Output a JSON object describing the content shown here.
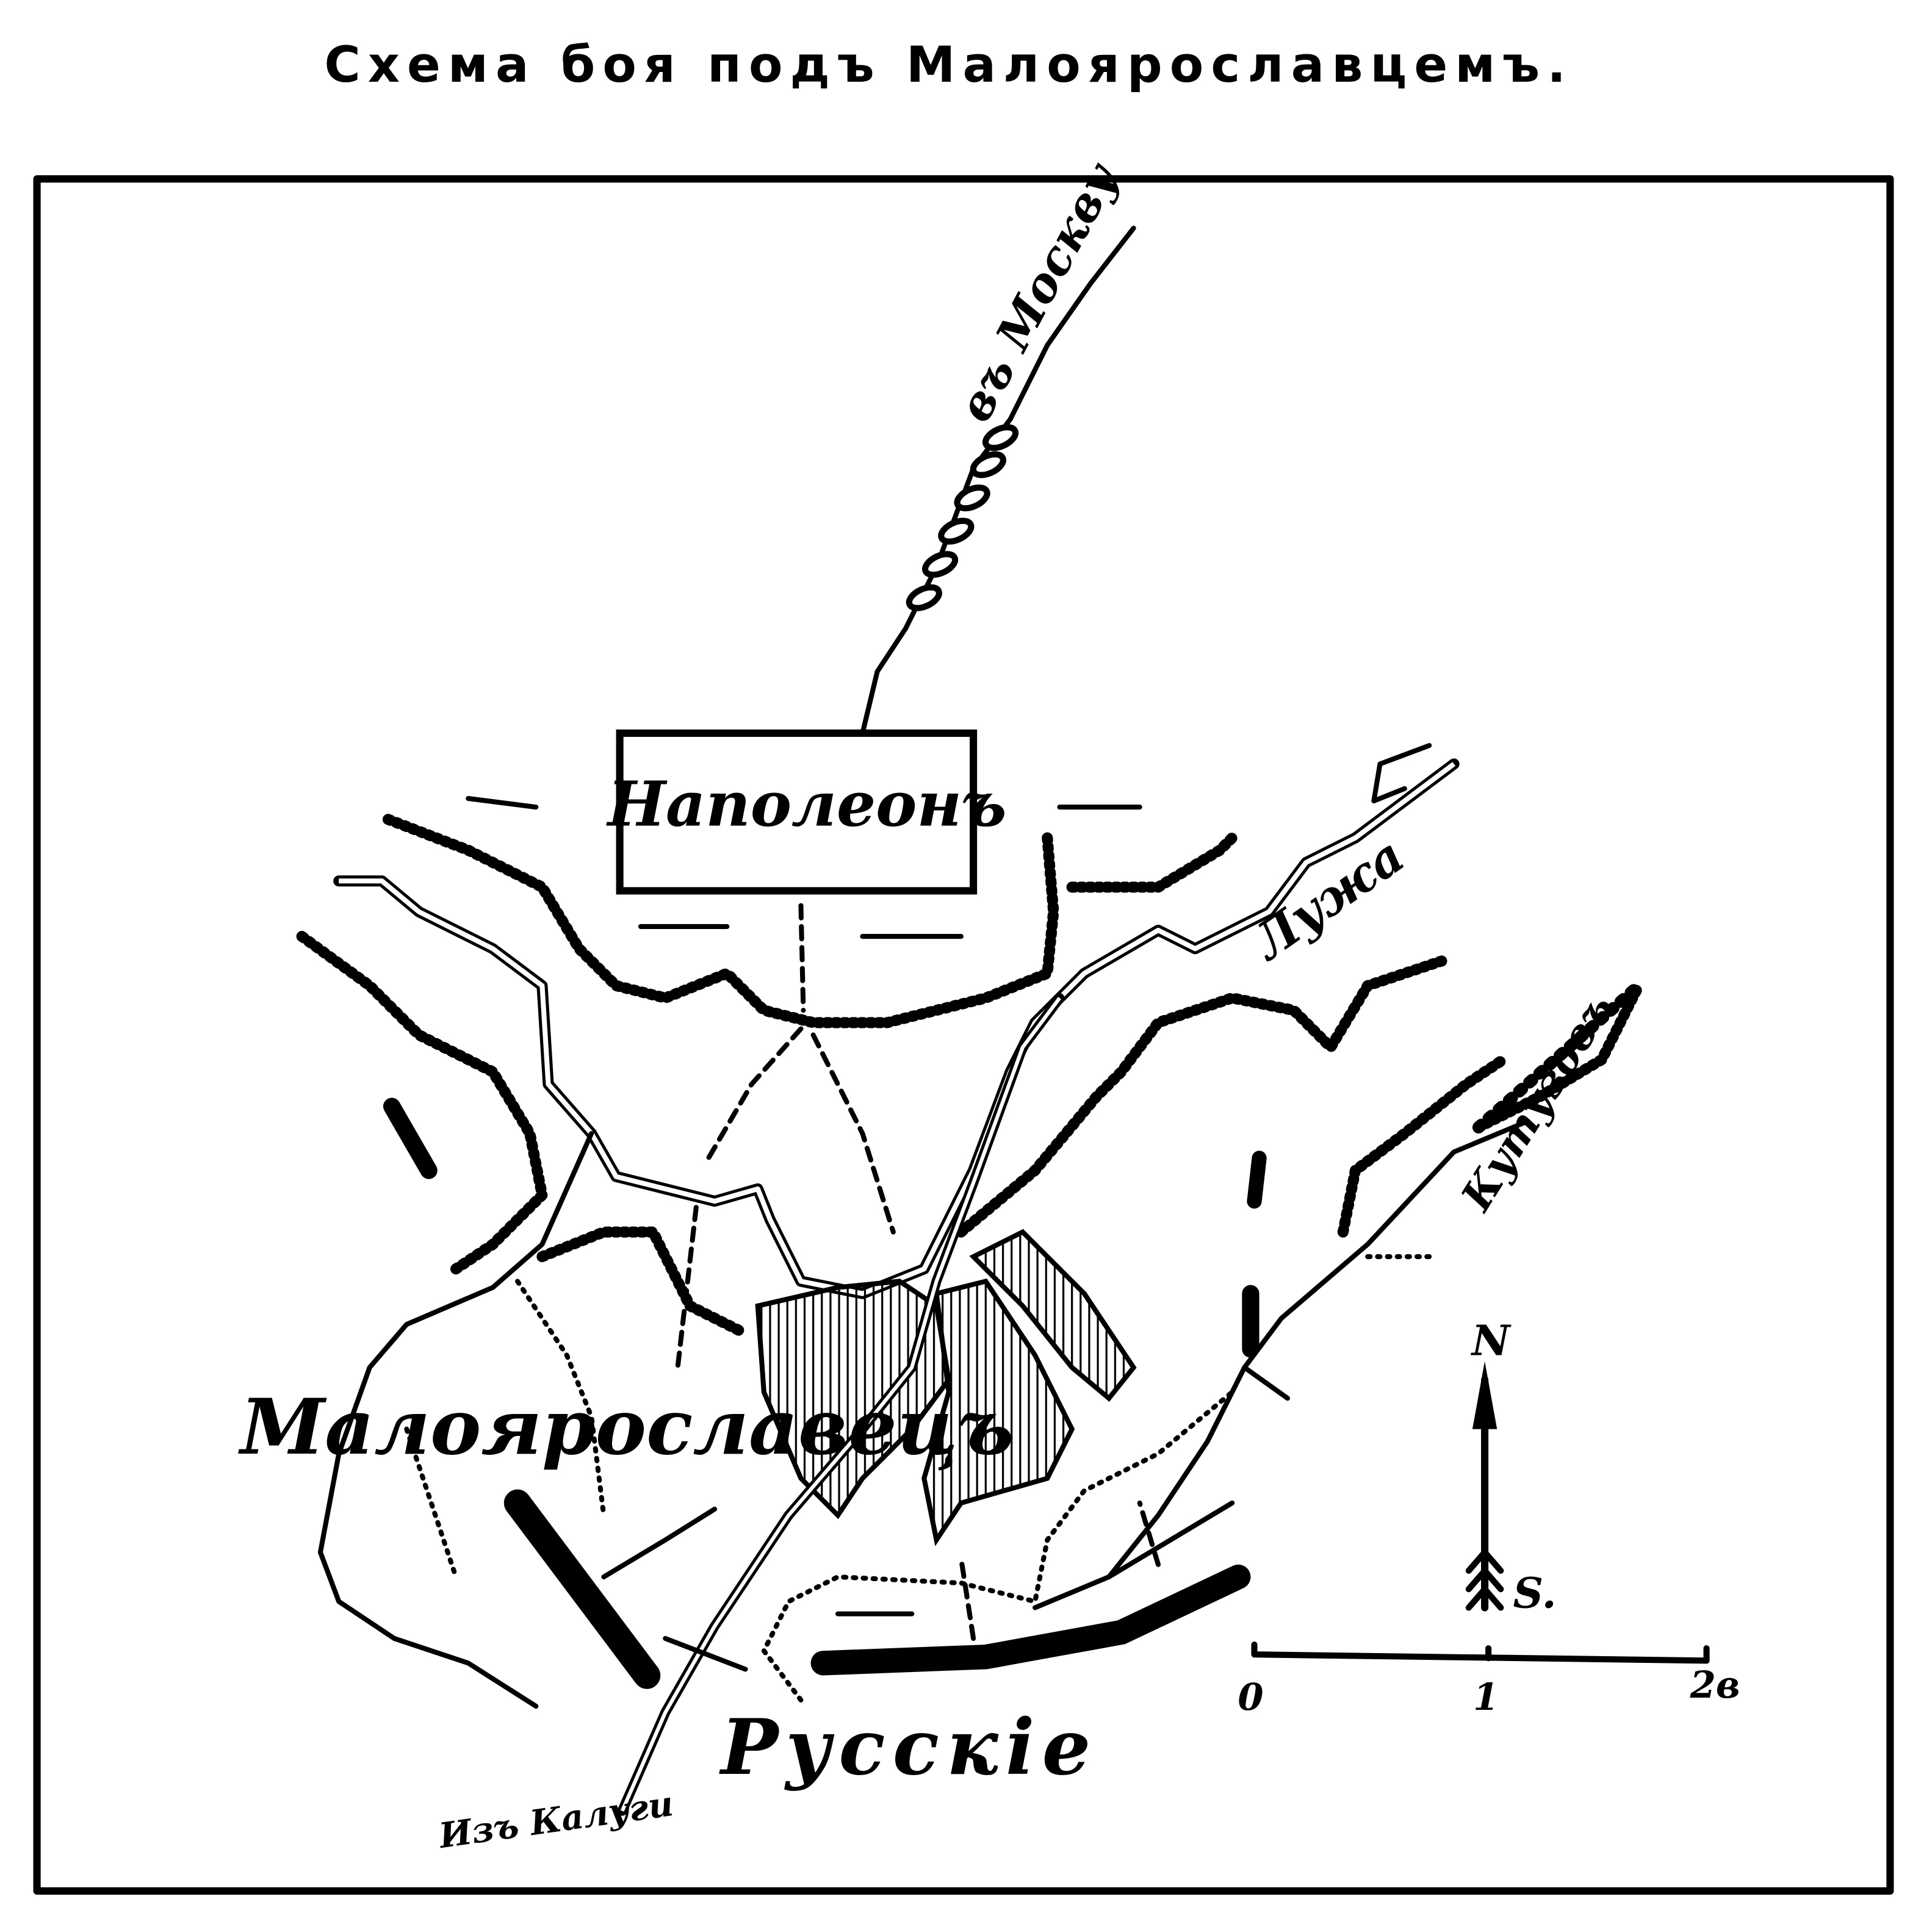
{
  "title": "Схема боя подъ Малоярославцемъ.",
  "labels": {
    "to_moscow": "въ Москву",
    "napoleon": "Наполеонъ",
    "river": "Лужа",
    "kutuzov": "Кутузовъ",
    "town": "Малоярославецъ",
    "russians": "Русскiе",
    "from_kaluga": "Изъ Калуги"
  },
  "compass": {
    "north": "N",
    "south": "S."
  },
  "scale": {
    "ticks": [
      "0",
      "1",
      "2в"
    ]
  },
  "colors": {
    "ink": "#000000",
    "paper": "#ffffff"
  }
}
